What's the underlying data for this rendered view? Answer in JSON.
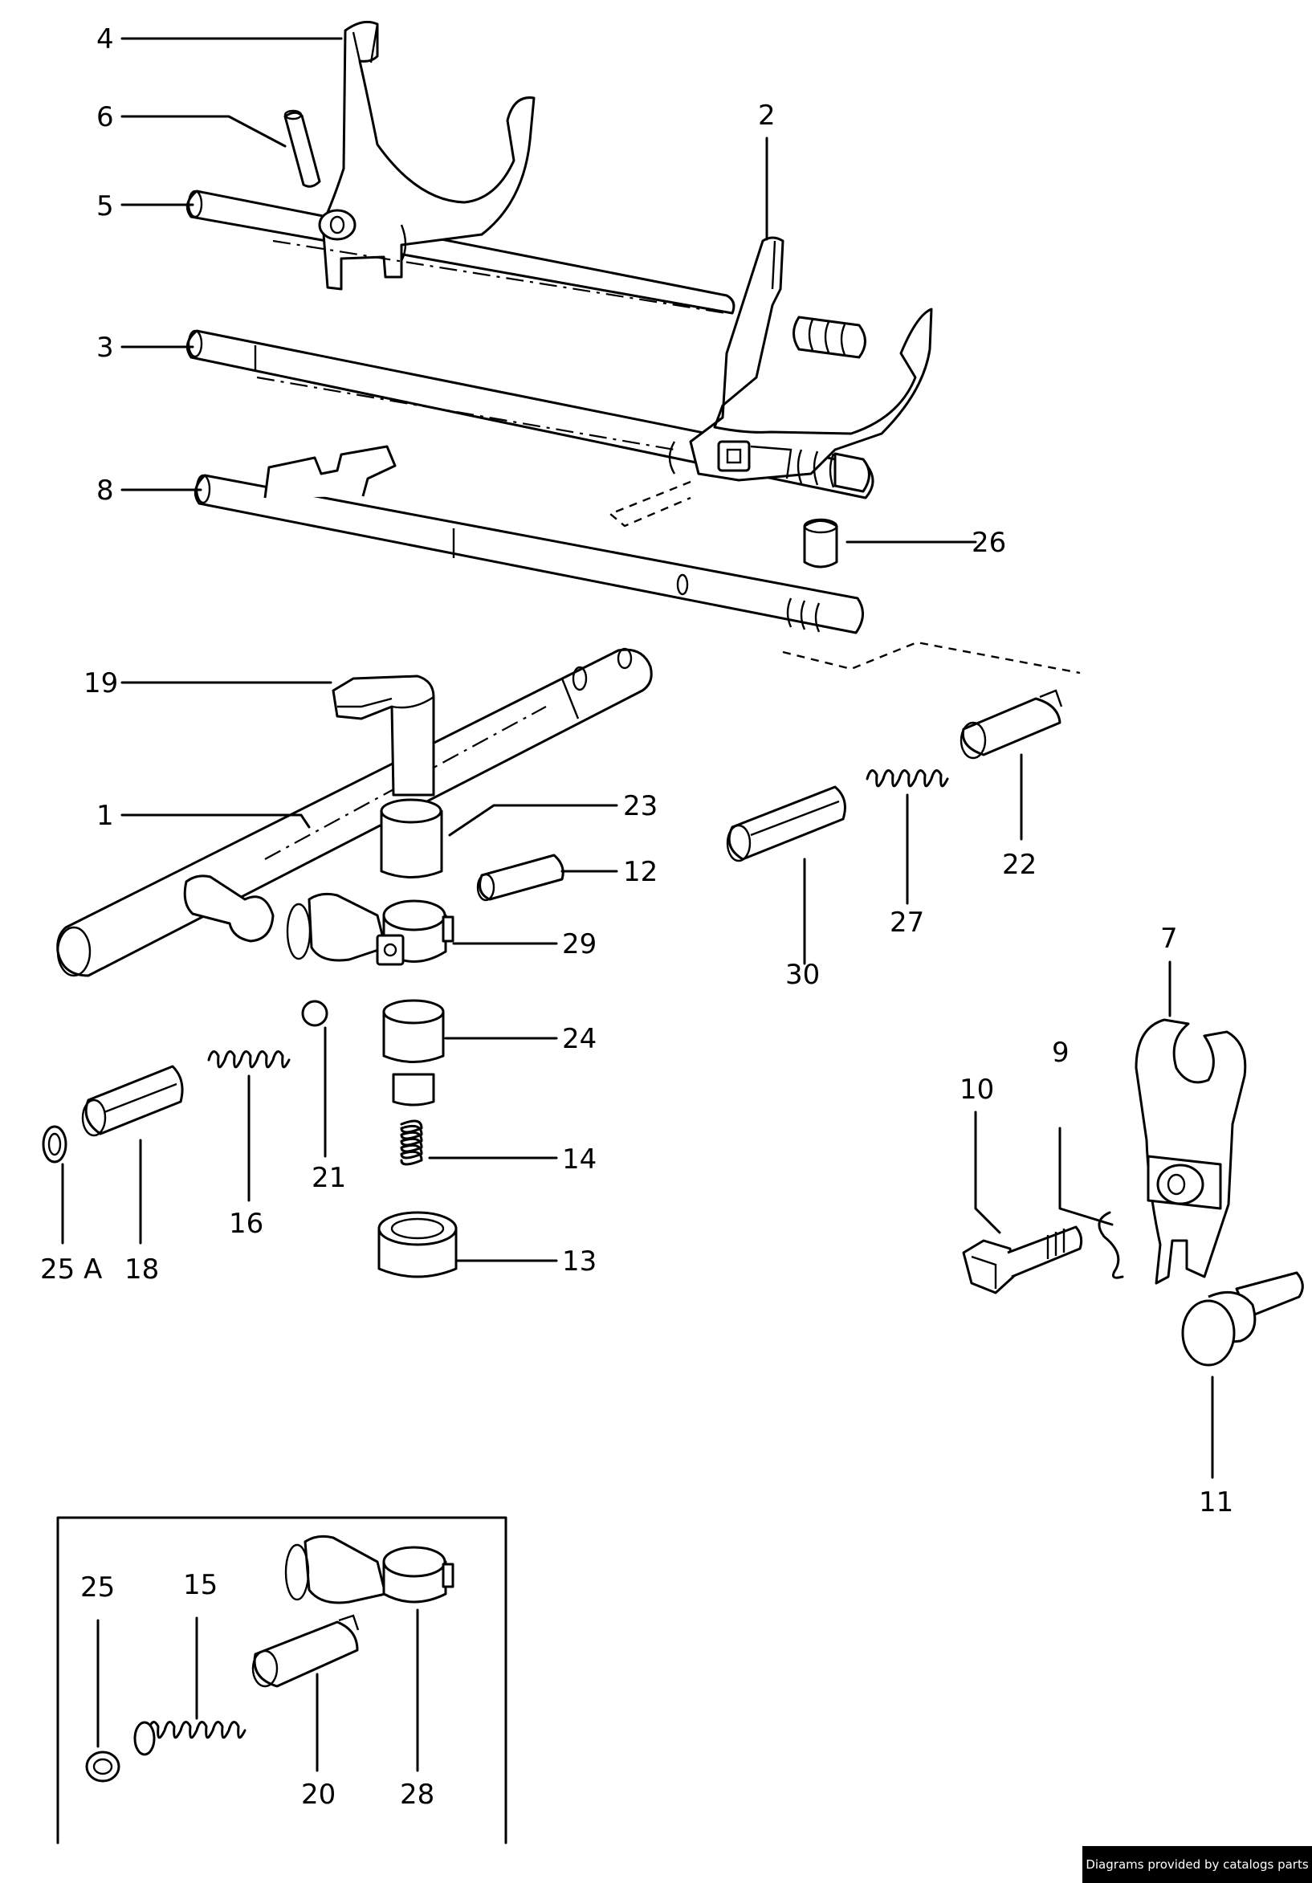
{
  "labels": {
    "l1": "1",
    "l2": "2",
    "l3": "3",
    "l4": "4",
    "l5": "5",
    "l6": "6",
    "l7": "7",
    "l8": "8",
    "l9": "9",
    "l10": "10",
    "l11": "11",
    "l12": "12",
    "l13": "13",
    "l14": "14",
    "l15": "15",
    "l16": "16",
    "l18": "18",
    "l19": "19",
    "l20": "20",
    "l21": "21",
    "l22": "22",
    "l23": "23",
    "l24": "24",
    "l25": "25",
    "l25a": "25 A",
    "l26": "26",
    "l27": "27",
    "l28": "28",
    "l29": "29",
    "l30": "30"
  },
  "credit": "Diagrams provided by catalogs parts"
}
